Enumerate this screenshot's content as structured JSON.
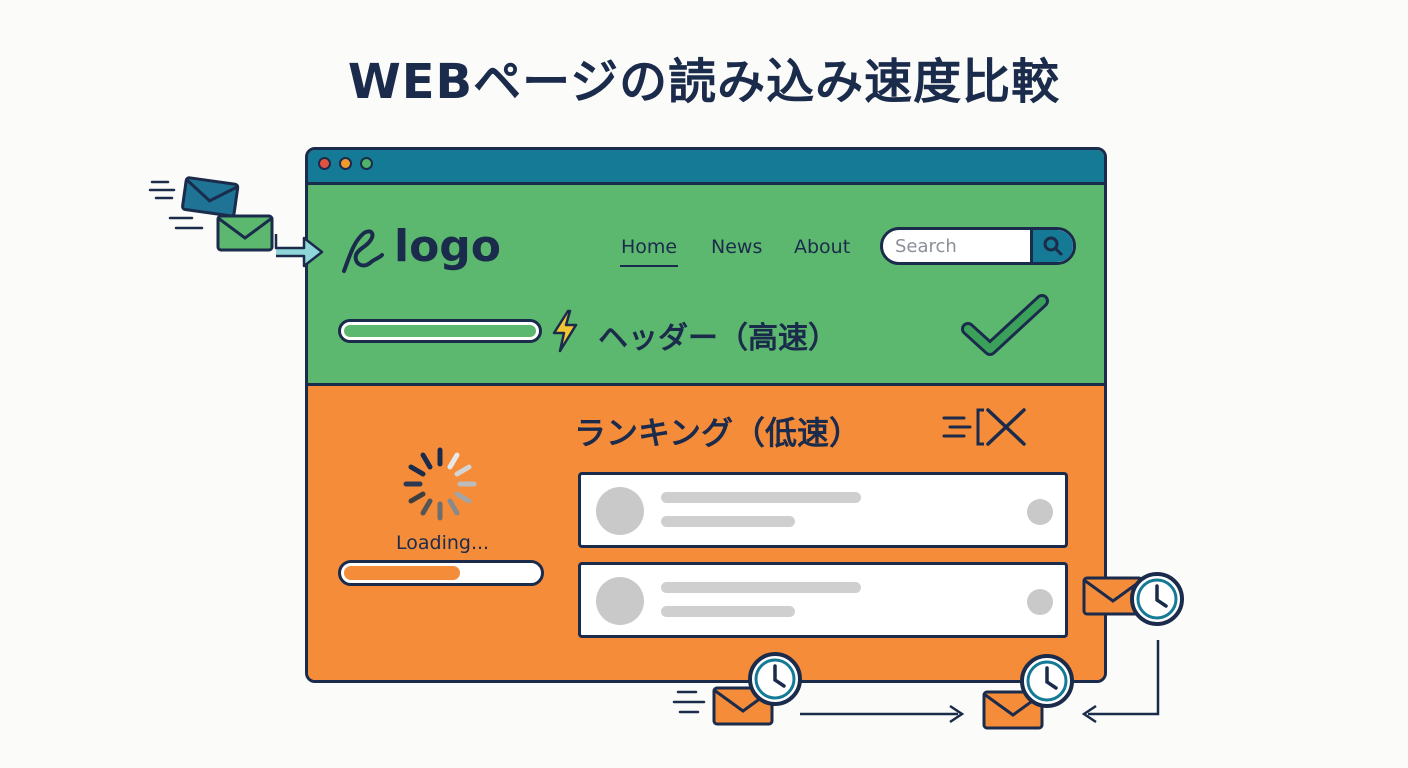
{
  "title": "WEBページの読み込み速度比較",
  "colors": {
    "navy": "#1b2b4b",
    "fast_green": "#5cb86e",
    "slow_orange": "#f58c3a",
    "titlebar_teal": "#157a95",
    "dot_red": "#e2533f",
    "dot_orange": "#f39a2f",
    "dot_green": "#4fb36a"
  },
  "header": {
    "logo": "logo",
    "nav": [
      "Home",
      "News",
      "About"
    ],
    "active_nav": "Home",
    "search_placeholder": "Search",
    "section_label": "ヘッダー（高速）",
    "progress": 1.0,
    "status_icon": "check-icon"
  },
  "slow_section": {
    "section_label": "ランキング（低速）",
    "loading_text": "Loading...",
    "progress": 0.6,
    "status_icon": "blocked-x-icon",
    "placeholder_cards": 2
  },
  "icons": [
    "envelope-icon",
    "clock-icon",
    "spinner-icon",
    "lightning-icon",
    "search-icon",
    "logo-icon",
    "arrow-icon"
  ]
}
